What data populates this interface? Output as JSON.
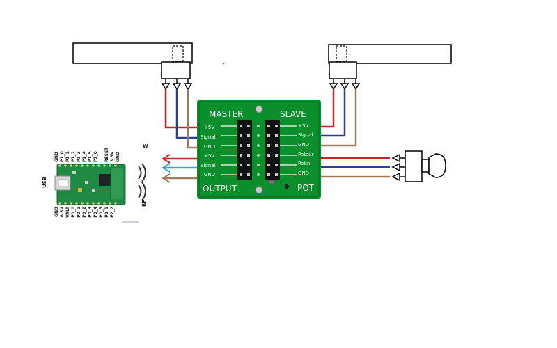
{
  "colors": {
    "pcb_green": "#0b8f2c",
    "wire_red": "#c0282d",
    "wire_blue": "#2c3f97",
    "wire_cyan": "#2aa8d6",
    "wire_brown": "#a17a5c",
    "module_green": "#1f8a43"
  },
  "board": {
    "master_label": "MASTER",
    "slave_label": "SLAVE",
    "output_label": "OUTPUT",
    "pot_label": "POT",
    "left_pins": [
      "+5V",
      "Signal",
      "GND",
      "+5V",
      "Signal",
      "GND"
    ],
    "right_pins": [
      "+5V",
      "Signal",
      "GND",
      "Potour",
      "Potin",
      "GND"
    ]
  },
  "module": {
    "top_pins": [
      "GND",
      "P1_0",
      "P1_1",
      "P1_2",
      "P1_3",
      "P1_4",
      "P1_5",
      "P1_6",
      "RESET",
      "3.3V",
      "GND"
    ],
    "bottom_pins": [
      "GND",
      "6.5V",
      "VALT",
      "P0_0",
      "P0_1",
      "P0_2",
      "P0_3",
      "P0_4",
      "P0_5",
      "P2_1",
      "P2_2"
    ],
    "usb_label": "USB",
    "rf_label": "RF"
  }
}
